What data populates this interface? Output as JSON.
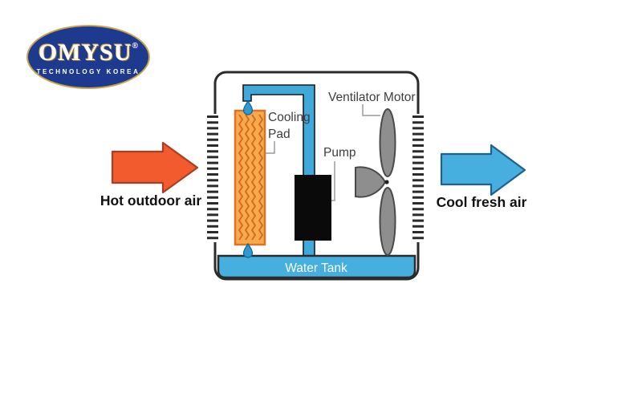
{
  "logo": {
    "brand": "OMYSU",
    "registered": "®",
    "tagline": "TECHNOLOGY KOREA",
    "bg_color": "#1E3A8F",
    "accent_color": "#C9A24B"
  },
  "diagram": {
    "labels": {
      "cooling_line1": "Cooling",
      "cooling_line2": "Pad",
      "pump": "Pump",
      "ventilator": "Ventilator Motor",
      "tank": "Water Tank"
    },
    "flows": {
      "inlet": "Hot outdoor air",
      "outlet": "Cool fresh air"
    },
    "colors": {
      "hot_arrow": "#F15B2E",
      "hot_arrow_border": "#A93E26",
      "cool_arrow": "#47AEE0",
      "cool_arrow_border": "#1F618D",
      "pipe_water": "#3FA9DC",
      "tank_water": "#45AFE0",
      "droplet": "#2D9AD4",
      "pad_fill": "#F8A94B",
      "pad_border": "#DD7327",
      "pad_zigzag": "#CF6A1F",
      "pump_body": "#0A0A0A",
      "fan_gray": "#8E8E8E",
      "outline": "#2B2B2B"
    }
  }
}
